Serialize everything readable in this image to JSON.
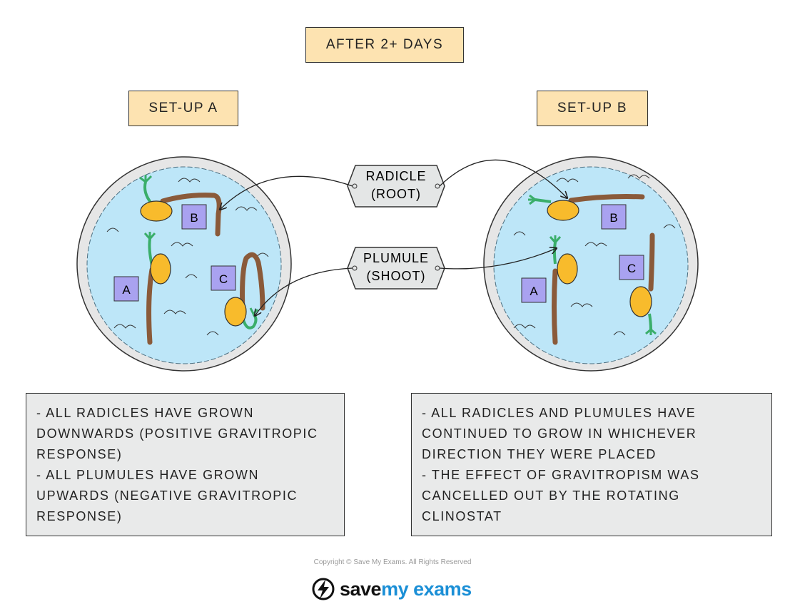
{
  "title": "AFTER 2+ DAYS",
  "setup_a": {
    "label": "SET-UP A"
  },
  "setup_b": {
    "label": "SET-UP B"
  },
  "tags": {
    "radicle_line1": "RADICLE",
    "radicle_line2": "(ROOT)",
    "plumule_line1": "PLUMULE",
    "plumule_line2": "(SHOOT)"
  },
  "seed_labels": {
    "a": "A",
    "b": "B",
    "c": "C"
  },
  "note_a": [
    "- ALL  RADICLES  HAVE  GROWN",
    "DOWNWARDS  (POSITIVE  GRAVITROPIC",
    "RESPONSE)",
    "- ALL  PLUMULES  HAVE  GROWN",
    "UPWARDS  (NEGATIVE  GRAVITROPIC",
    "RESPONSE)"
  ],
  "note_b": [
    "- ALL  RADICLES  AND  PLUMULES  HAVE",
    "CONTINUED  TO  GROW  IN  WHICHEVER",
    "DIRECTION  THEY  WERE  PLACED",
    "- THE  EFFECT  OF  GRAVITROPISM  WAS",
    "CANCELLED  OUT  BY  THE  ROTATING",
    "CLINOSTAT"
  ],
  "copyright": "Copyright © Save My Exams. All Rights Reserved",
  "logo": {
    "part1": "save",
    "part2": "my exams"
  },
  "colors": {
    "label_fill": "#fde3b1",
    "cotton": "#bde6f8",
    "dish": "#e6e6e6",
    "seed": "#f8bb2c",
    "root": "#8a5a3a",
    "shoot": "#3aae6a",
    "marker": "#a9a2f0",
    "note_fill": "#e9eaea",
    "brand": "#1b8fd6"
  }
}
